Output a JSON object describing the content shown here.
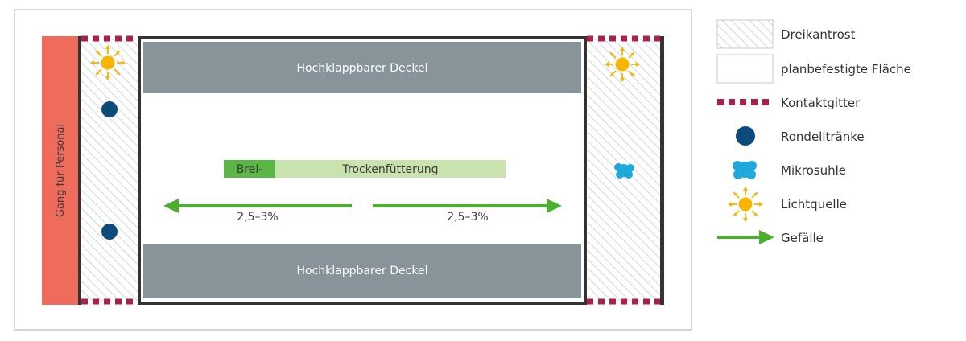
{
  "diagram": {
    "aisle_label": "Gang für Personal",
    "lid_top_label": "Hochklappbarer Deckel",
    "lid_bottom_label": "Hochklappbarer Deckel",
    "feeding_mash_label": "Brei-",
    "feeding_dry_label": "Trockenfütterung",
    "slope_left_label": "2,5–3%",
    "slope_right_label": "2,5–3%"
  },
  "legend": {
    "items": [
      {
        "key": "triangular-grate",
        "label": "Dreikantrost"
      },
      {
        "key": "solid-floor",
        "label": "planbefestigte Fläche"
      },
      {
        "key": "contact-grid",
        "label": "Kontaktgitter"
      },
      {
        "key": "round-drinker",
        "label": "Rondelltränke"
      },
      {
        "key": "micro-wallow",
        "label": "Mikrosuhle"
      },
      {
        "key": "light-source",
        "label": "Lichtquelle"
      },
      {
        "key": "slope",
        "label": "Gefälle"
      }
    ]
  },
  "colors": {
    "aisle": "#ef6b5b",
    "wall": "#333333",
    "lid": "#87959b",
    "contact_grid": "#b01f4c",
    "drinker": "#0b4a7a",
    "wallow": "#1ea9dd",
    "light": "#f7b500",
    "slope_arrow": "#4caf2f",
    "mash": "#5cb646",
    "dry_feed": "#c8e3ae",
    "hatch_line": "#c7cbd3",
    "frame": "#c8c8c8"
  }
}
